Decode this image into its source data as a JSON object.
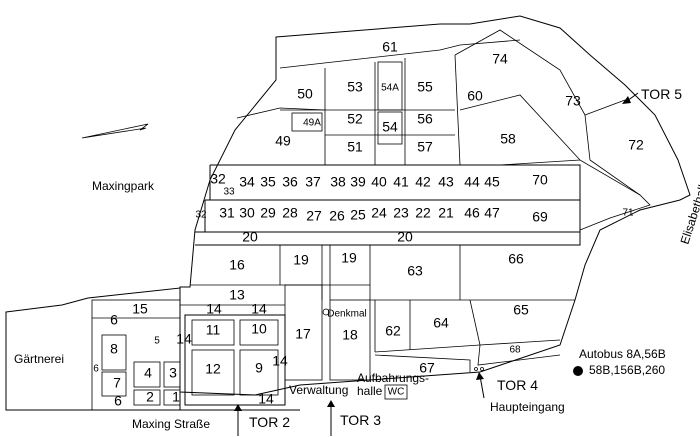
{
  "plots": {
    "p61": "61",
    "p74": "74",
    "p50": "50",
    "p53": "53",
    "p54A": "54A",
    "p55": "55",
    "p60": "60",
    "p73": "73",
    "p52": "52",
    "p56": "56",
    "p54": "54",
    "p49A": "49A",
    "p49": "49",
    "p51": "51",
    "p57": "57",
    "p58": "58",
    "p72": "72",
    "p32a": "32",
    "p34": "34",
    "p35": "35",
    "p36": "36",
    "p37": "37",
    "p38": "38",
    "p39": "39",
    "p40": "40",
    "p41": "41",
    "p42": "42",
    "p43": "43",
    "p44": "44",
    "p45": "45",
    "p70": "70",
    "p33": "33",
    "p71": "71",
    "p32b": "32",
    "p31": "31",
    "p30": "30",
    "p29": "29",
    "p28": "28",
    "p27": "27",
    "p26": "26",
    "p25": "25",
    "p24": "24",
    "p23": "23",
    "p22": "22",
    "p21": "21",
    "p46": "46",
    "p47": "47",
    "p69": "69",
    "p20a": "20",
    "p20b": "20",
    "p16": "16",
    "p19a": "19",
    "p19b": "19",
    "p63": "63",
    "p66": "66",
    "p15": "15",
    "p13": "13",
    "p14a": "14",
    "p14b": "14",
    "p14c": "14",
    "p14d": "14",
    "p14e": "14",
    "p6a": "6",
    "p6b": "6",
    "p6c": "6",
    "p8": "8",
    "p5": "5",
    "p11": "11",
    "p10": "10",
    "p17": "17",
    "p18": "18",
    "p62": "62",
    "p64": "64",
    "p65": "65",
    "p68": "68",
    "p7": "7",
    "p4": "4",
    "p3": "3",
    "p12": "12",
    "p9": "9",
    "p2": "2",
    "p1": "1",
    "p67": "67"
  },
  "labels": {
    "maxingpark": "Maxingpark",
    "elisabethallee": "Elisabethallee",
    "gaertnerei": "Gärtnerei",
    "denkmal": "Denkmal",
    "verwaltung": "Verwaltung",
    "aufbahrungshalle_1": "Aufbahrungs-",
    "aufbahrungshalle_2": "halle",
    "wc": "WC",
    "maxing_strasse": "Maxing Straße",
    "tor2": "TOR 2",
    "tor3": "TOR 3",
    "tor4": "TOR 4",
    "tor5": "TOR 5",
    "haupteingang": "Haupteingang",
    "autobus_1": "Autobus 8A,56B",
    "autobus_2": "58B,156B,260"
  }
}
